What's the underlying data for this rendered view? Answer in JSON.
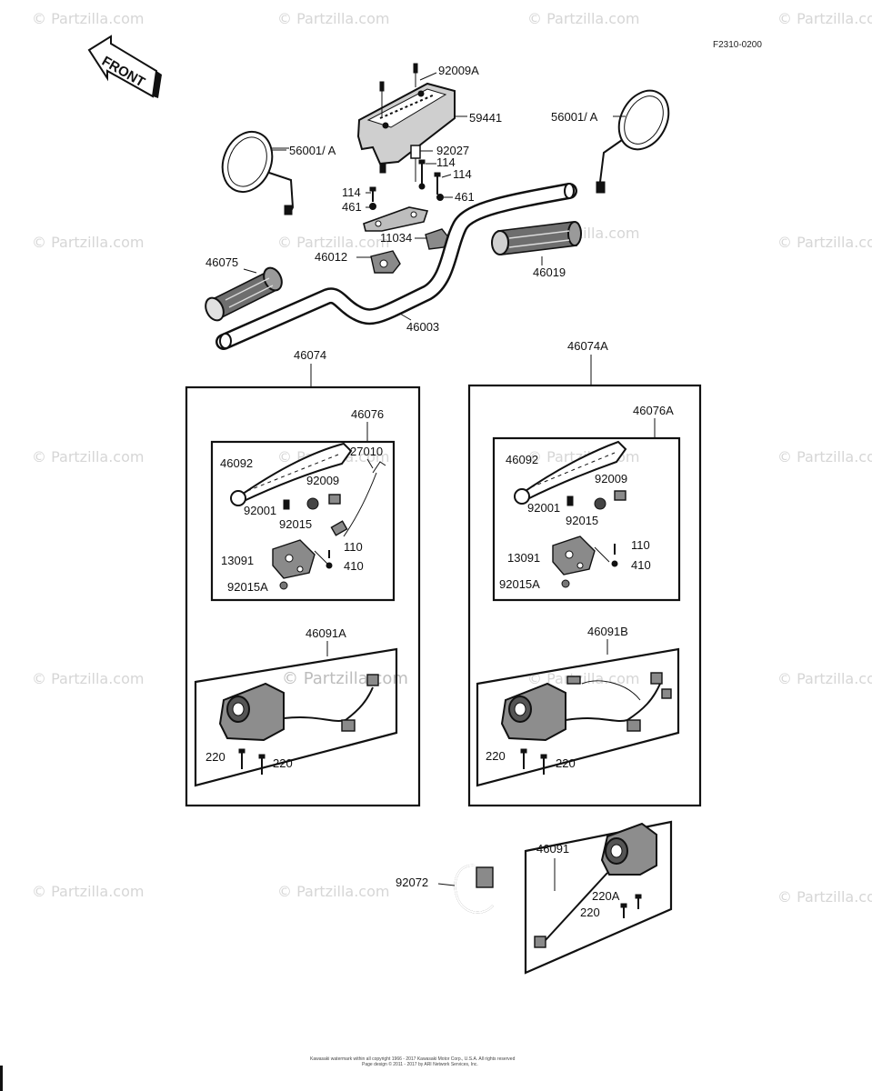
{
  "diagram": {
    "code": "F2310-0200",
    "front_label": "FRONT",
    "footer_lines": [
      "Kawasaki watermark within all copyright 1966 - 2017 Kawasaki Motor Corp., U.S.A. All rights reserved",
      "Page design © 2011 - 2017 by ARI Network Services, Inc."
    ],
    "watermark_text": "© Partzilla.com",
    "labels": {
      "p92009A": "92009A",
      "p59441": "59441",
      "p56001A_left": "56001/ A",
      "p56001A_right": "56001/ A",
      "p92027": "92027",
      "p114_a": "114",
      "p114_b": "114",
      "p114_c": "114",
      "p461_a": "461",
      "p461_b": "461",
      "p11034": "11034",
      "p46012": "46012",
      "p46075": "46075",
      "p46019": "46019",
      "p46003": "46003",
      "p46074": "46074",
      "p46074A": "46074A",
      "p46076": "46076",
      "p46076A": "46076A",
      "p46092_l": "46092",
      "p46092_r": "46092",
      "p27010": "27010",
      "p92009_l": "92009",
      "p92009_r": "92009",
      "p92001_l": "92001",
      "p92001_r": "92001",
      "p92015_l": "92015",
      "p92015_r": "92015",
      "p13091_l": "13091",
      "p13091_r": "13091",
      "p110_l": "110",
      "p110_r": "110",
      "p410_l": "410",
      "p410_r": "410",
      "p92015A_l": "92015A",
      "p92015A_r": "92015A",
      "p46091A": "46091A",
      "p46091B": "46091B",
      "p220_l1": "220",
      "p220_l2": "220",
      "p220_r1": "220",
      "p220_r2": "220",
      "p46091": "46091",
      "p92072": "92072",
      "p220A": "220A",
      "p220_b": "220"
    }
  }
}
